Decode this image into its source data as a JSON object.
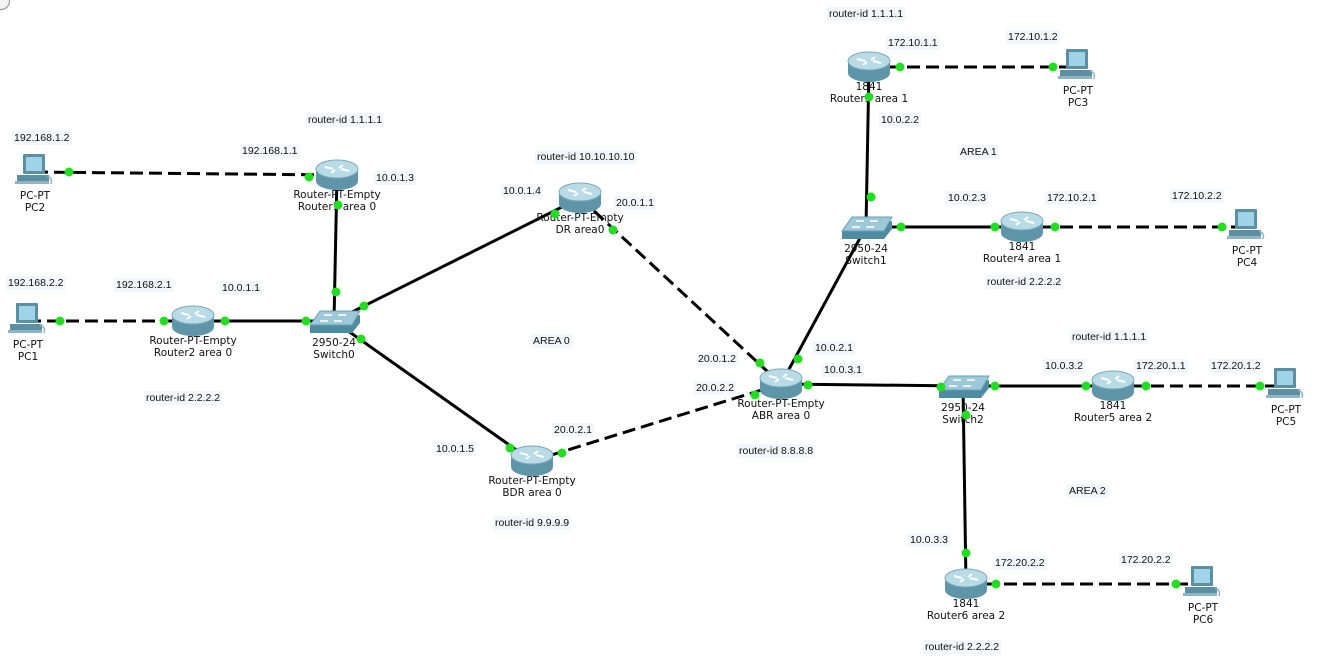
{
  "title": "OSPF multi-area topology",
  "colors": {
    "link": "#000000",
    "port": "#22dd22",
    "router_top": "#b9dbe6",
    "router_side": "#5f95a8",
    "switch_top": "#9cc8d8",
    "switch_side": "#4f8ba0",
    "pc_screen": "#9fd3ea",
    "pc_body": "#5d8fa3"
  },
  "devices": [
    {
      "id": "pc2",
      "type": "pc",
      "model": "PC-PT",
      "name": "PC2"
    },
    {
      "id": "pc1",
      "type": "pc",
      "model": "PC-PT",
      "name": "PC1"
    },
    {
      "id": "r1",
      "type": "router",
      "model": "Router-PT-Empty",
      "name": "Router1 area 0"
    },
    {
      "id": "r2",
      "type": "router",
      "model": "Router-PT-Empty",
      "name": "Router2 area 0"
    },
    {
      "id": "sw0",
      "type": "switch",
      "model": "2950-24",
      "name": "Switch0"
    },
    {
      "id": "dr",
      "type": "router",
      "model": "Router-PT-Empty",
      "name": "DR area0"
    },
    {
      "id": "bdr",
      "type": "router",
      "model": "Router-PT-Empty",
      "name": "BDR area 0"
    },
    {
      "id": "abr",
      "type": "router",
      "model": "Router-PT-Empty",
      "name": "ABR area 0"
    },
    {
      "id": "r3",
      "type": "router",
      "model": "1841",
      "name": "Router3 area 1"
    },
    {
      "id": "pc3",
      "type": "pc",
      "model": "PC-PT",
      "name": "PC3"
    },
    {
      "id": "sw1",
      "type": "switch",
      "model": "2950-24",
      "name": "Switch1"
    },
    {
      "id": "r4",
      "type": "router",
      "model": "1841",
      "name": "Router4 area 1"
    },
    {
      "id": "pc4",
      "type": "pc",
      "model": "PC-PT",
      "name": "PC4"
    },
    {
      "id": "sw2",
      "type": "switch",
      "model": "2950-24",
      "name": "Switch2"
    },
    {
      "id": "r5",
      "type": "router",
      "model": "1841",
      "name": "Router5 area 2"
    },
    {
      "id": "pc5",
      "type": "pc",
      "model": "PC-PT",
      "name": "PC5"
    },
    {
      "id": "r6",
      "type": "router",
      "model": "1841",
      "name": "Router6 area 2"
    },
    {
      "id": "pc6",
      "type": "pc",
      "model": "PC-PT",
      "name": "PC6"
    }
  ],
  "links": [
    {
      "from": "pc2",
      "to": "r1",
      "style": "dashed"
    },
    {
      "from": "pc1",
      "to": "r2",
      "style": "dashed"
    },
    {
      "from": "r2",
      "to": "sw0",
      "style": "solid"
    },
    {
      "from": "r1",
      "to": "sw0",
      "style": "solid"
    },
    {
      "from": "sw0",
      "to": "dr",
      "style": "solid"
    },
    {
      "from": "sw0",
      "to": "bdr",
      "style": "solid"
    },
    {
      "from": "dr",
      "to": "abr",
      "style": "dashed"
    },
    {
      "from": "bdr",
      "to": "abr",
      "style": "dashed"
    },
    {
      "from": "abr",
      "to": "sw1",
      "style": "solid"
    },
    {
      "from": "abr",
      "to": "sw2",
      "style": "solid"
    },
    {
      "from": "r3",
      "to": "pc3",
      "style": "dashed"
    },
    {
      "from": "r3",
      "to": "sw1",
      "style": "solid"
    },
    {
      "from": "sw1",
      "to": "r4",
      "style": "solid"
    },
    {
      "from": "r4",
      "to": "pc4",
      "style": "dashed"
    },
    {
      "from": "sw2",
      "to": "r5",
      "style": "solid"
    },
    {
      "from": "r5",
      "to": "pc5",
      "style": "dashed"
    },
    {
      "from": "sw2",
      "to": "r6",
      "style": "solid"
    },
    {
      "from": "r6",
      "to": "pc6",
      "style": "dashed"
    }
  ],
  "annotations": {
    "ip_pc2": "192.168.1.2",
    "ip_r1_lan": "192.168.1.1",
    "rid_r1": "router-id 1.1.1.1",
    "ip_r1_sw": "10.0.1.3",
    "ip_pc1": "192.168.2.2",
    "ip_r2_lan": "192.168.2.1",
    "ip_r2_sw": "10.0.1.1",
    "rid_r2": "router-id 2.2.2.2",
    "rid_dr": "router-id 10.10.10.10",
    "ip_dr_sw": "10.0.1.4",
    "ip_dr_abr": "20.0.1.1",
    "area0": "AREA 0",
    "ip_bdr_sw": "10.0.1.5",
    "ip_bdr_abr": "20.0.2.1",
    "rid_bdr": "router-id 9.9.9.9",
    "ip_abr_dr": "20.0.1.2",
    "ip_abr_bdr": "20.0.2.2",
    "ip_abr_sw1": "10.0.2.1",
    "ip_abr_sw2": "10.0.3.1",
    "rid_abr": "router-id 8.8.8.8",
    "rid_r3": "router-id 1.1.1.1",
    "ip_r3_lan": "172.10.1.1",
    "ip_pc3": "172.10.1.2",
    "ip_r3_sw": "10.0.2.2",
    "area1": "AREA 1",
    "ip_r4_sw": "10.0.2.3",
    "ip_r4_lan": "172.10.2.1",
    "ip_pc4": "172.10.2.2",
    "rid_r4": "router-id 2.2.2.2",
    "rid_r5": "router-id 1.1.1.1",
    "ip_r5_sw": "10.0.3.2",
    "ip_r5_lan": "172.20.1.1",
    "ip_pc5": "172.20.1.2",
    "area2": "AREA 2",
    "ip_r6_sw": "10.0.3.3",
    "ip_r6_lan": "172.20.2.2",
    "ip_pc6": "172.20.2.2",
    "rid_r6": "router-id 2.2.2.2"
  }
}
